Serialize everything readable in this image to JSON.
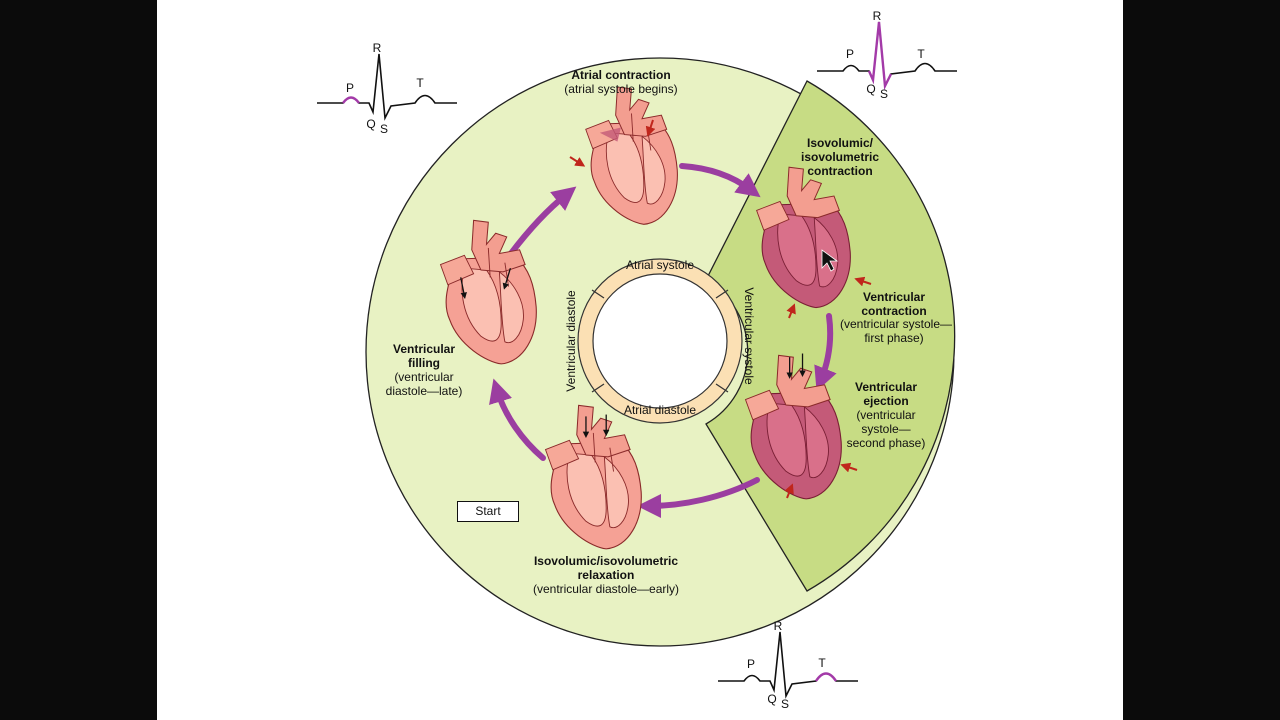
{
  "colors": {
    "diastole_fill": "#e8f2c3",
    "systole_fill": "#c7dc84",
    "ring_fill": "#fbe0b4",
    "arrow": "#9b3ea0",
    "heart_light": "#f5a195",
    "heart_dark": "#c45a78",
    "pressure_arrow": "#c0261c"
  },
  "icons": {
    "heart": "heart-cross-section-icon",
    "cursor": "mouse-cursor-icon"
  },
  "phases": {
    "atrial_contraction": {
      "title": "Atrial contraction",
      "sub": "(atrial systole begins)"
    },
    "isovolumic_contraction": {
      "title1": "Isovolumic/",
      "title2": "isovolumetric",
      "title3": "contraction"
    },
    "ventricular_contraction": {
      "title1": "Ventricular",
      "title2": "contraction",
      "sub1": "(ventricular systole—",
      "sub2": "first phase)"
    },
    "ventricular_ejection": {
      "title1": "Ventricular",
      "title2": "ejection",
      "sub1": "(ventricular",
      "sub2": "systole—",
      "sub3": "second phase)"
    },
    "isovolumic_relaxation": {
      "title1": "Isovolumic/isovolumetric",
      "title2": "relaxation",
      "sub": "(ventricular diastole—early)"
    },
    "ventricular_filling": {
      "title1": "Ventricular",
      "title2": "filling",
      "sub1": "(ventricular",
      "sub2": "diastole—late)"
    }
  },
  "ring": {
    "atrial_systole": "Atrial systole",
    "atrial_diastole": "Atrial diastole",
    "ventricular_diastole": "Ventricular diastole",
    "ventricular_systole": "Ventricular systole"
  },
  "start": "Start",
  "ecg": {
    "p": "P",
    "q": "Q",
    "r": "R",
    "s": "S",
    "t": "T"
  }
}
